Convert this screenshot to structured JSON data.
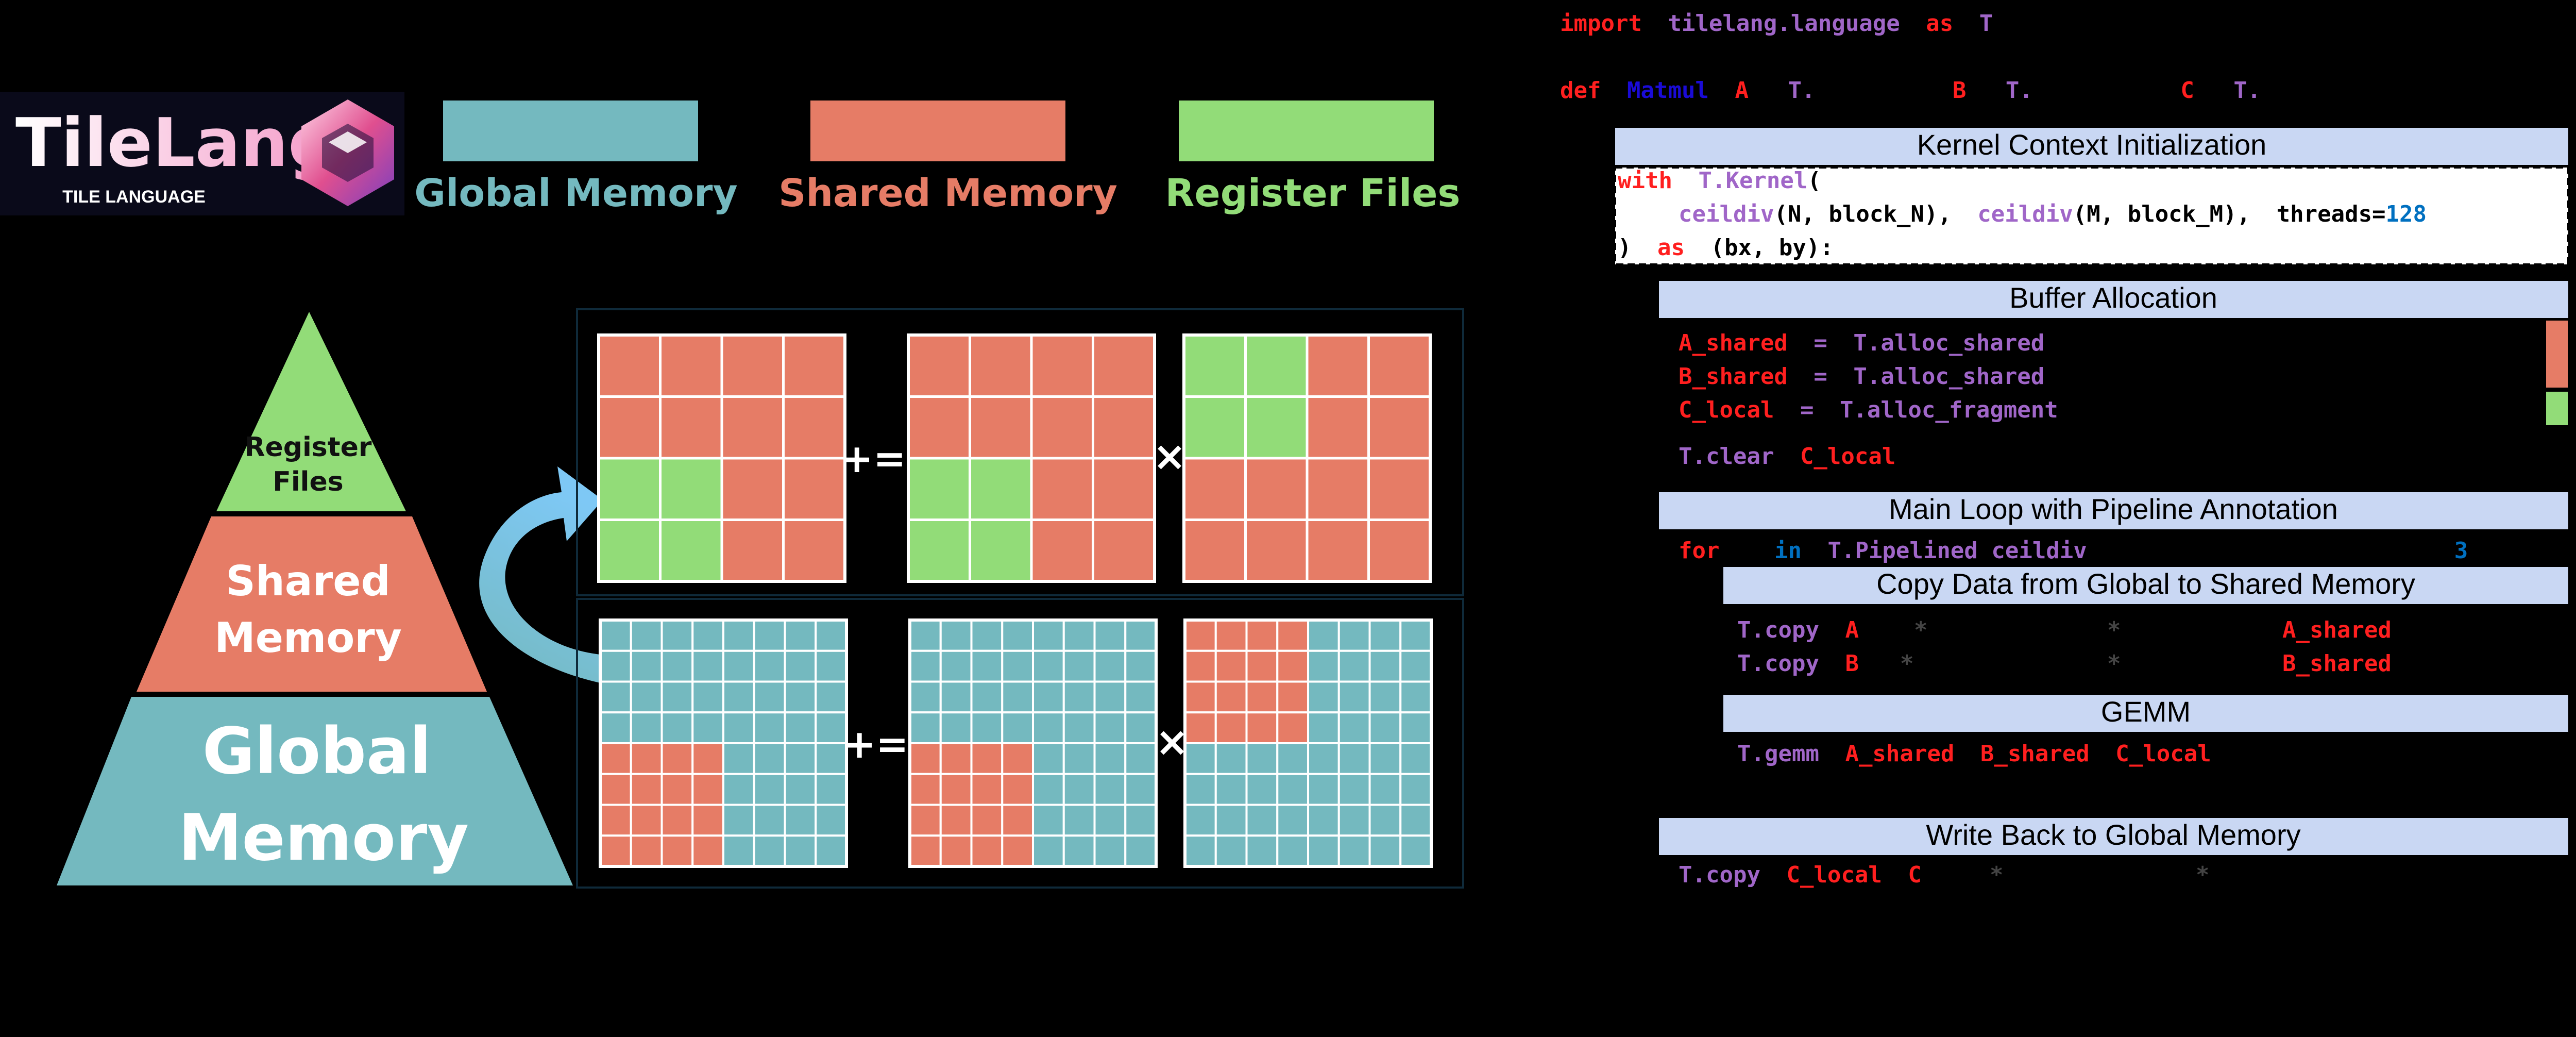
{
  "colors": {
    "global": "#74b9bf",
    "shared": "#e67c66",
    "register": "#92dc78",
    "keyword": "#ff1f1f",
    "tl": "#a066c8",
    "number": "#0070c0",
    "header_bg": "#c9d7f3",
    "dark_blue": "#1a0bd6"
  },
  "logo": {
    "title": "TileLang",
    "subtitle": "TILE LANGUAGE"
  },
  "legend": [
    {
      "label": "Global Memory",
      "color_key": "global"
    },
    {
      "label": "Shared Memory",
      "color_key": "shared"
    },
    {
      "label": "Register Files",
      "color_key": "register"
    }
  ],
  "pyramid": {
    "top": [
      "Register",
      "Files"
    ],
    "middle": [
      "Shared",
      "Memory"
    ],
    "bottom": [
      "Global",
      "Memory"
    ]
  },
  "operators": {
    "accumulate": "+=",
    "multiply": "×"
  },
  "code": {
    "import_kw": "import",
    "import_mod": "tilelang.language",
    "as_kw": "as",
    "alias": "T",
    "def_kw": "def",
    "fn": "Matmul",
    "p_a": "A",
    "p_b": "B",
    "p_c": "C",
    "p_t": "T.",
    "sections": {
      "kernel": "Kernel Context Initialization",
      "buffer": "Buffer Allocation",
      "loop": "Main Loop with Pipeline Annotation",
      "copy": "Copy Data from Global to Shared Memory",
      "gemm": "GEMM",
      "write": "Write Back to Global Memory"
    },
    "with_kw": "with",
    "kernel_call": "T.Kernel",
    "paren_open": "(",
    "ceildiv": "ceildiv",
    "arg1": "(N, block_N),",
    "arg2": "(M, block_M),",
    "threads_kw": "threads=",
    "threads_val": "128",
    "close_as": ")",
    "close_tail": "(bx, by):",
    "a_shared": "A_shared",
    "b_shared": "B_shared",
    "c_local": "C_local",
    "eq": "=",
    "alloc_shared": "T.alloc_shared",
    "alloc_fragment": "T.alloc_fragment",
    "clear": "T.clear",
    "for_kw": "for",
    "in_kw": "in",
    "pipelined": "T.Pipelined ceildiv",
    "num_stages_eq": "=",
    "num_stages_val": "3",
    "copy_fn": "T.copy",
    "star": "*",
    "gemm_fn": "T.gemm"
  }
}
